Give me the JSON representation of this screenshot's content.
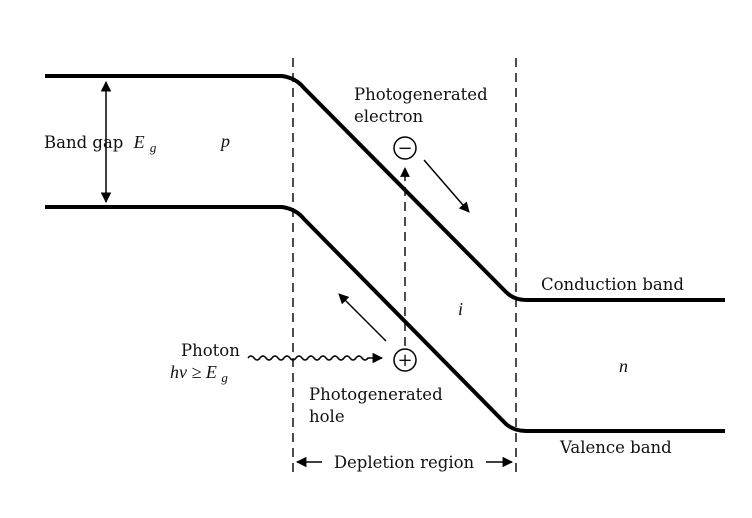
{
  "labels": {
    "band_gap": "Band gap",
    "band_gap_symbol": "E",
    "band_gap_sub": "g",
    "p_region": "p",
    "i_region": "i",
    "n_region": "n",
    "photo_electron_line1": "Photogenerated",
    "photo_electron_line2": "electron",
    "photo_hole_line1": "Photogenerated",
    "photo_hole_line2": "hole",
    "photon_line1": "Photon",
    "photon_hv": "hν ≥ E",
    "photon_sub": "g",
    "conduction_band": "Conduction band",
    "valence_band": "Valence band",
    "depletion_region": "Depletion region"
  },
  "symbols": {
    "electron": "−",
    "hole": "+"
  },
  "colors": {
    "ink": "#000000",
    "background": "#ffffff"
  }
}
